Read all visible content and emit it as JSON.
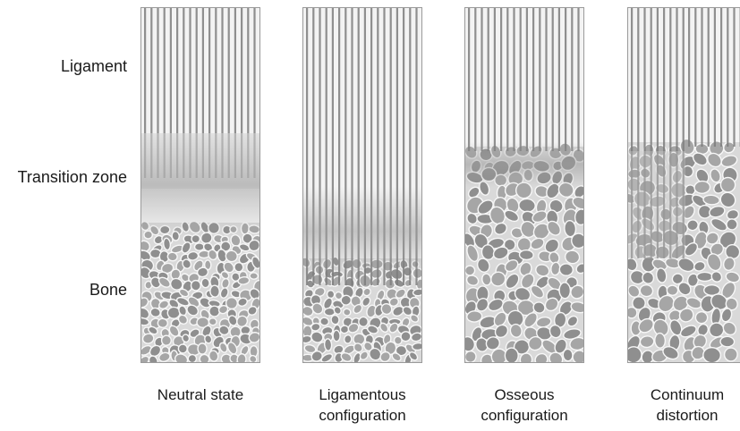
{
  "row_labels": {
    "ligament": "Ligament",
    "transition": "Transition zone",
    "bone": "Bone"
  },
  "panels": [
    {
      "caption_line1": "Neutral state",
      "caption_line2": "",
      "configuration": "neutral"
    },
    {
      "caption_line1": "Ligamentous",
      "caption_line2": "configuration",
      "configuration": "ligamentous"
    },
    {
      "caption_line1": "Osseous",
      "caption_line2": "configuration",
      "configuration": "osseous"
    },
    {
      "caption_line1": "Continuum",
      "caption_line2": "distortion",
      "configuration": "continuum"
    }
  ]
}
